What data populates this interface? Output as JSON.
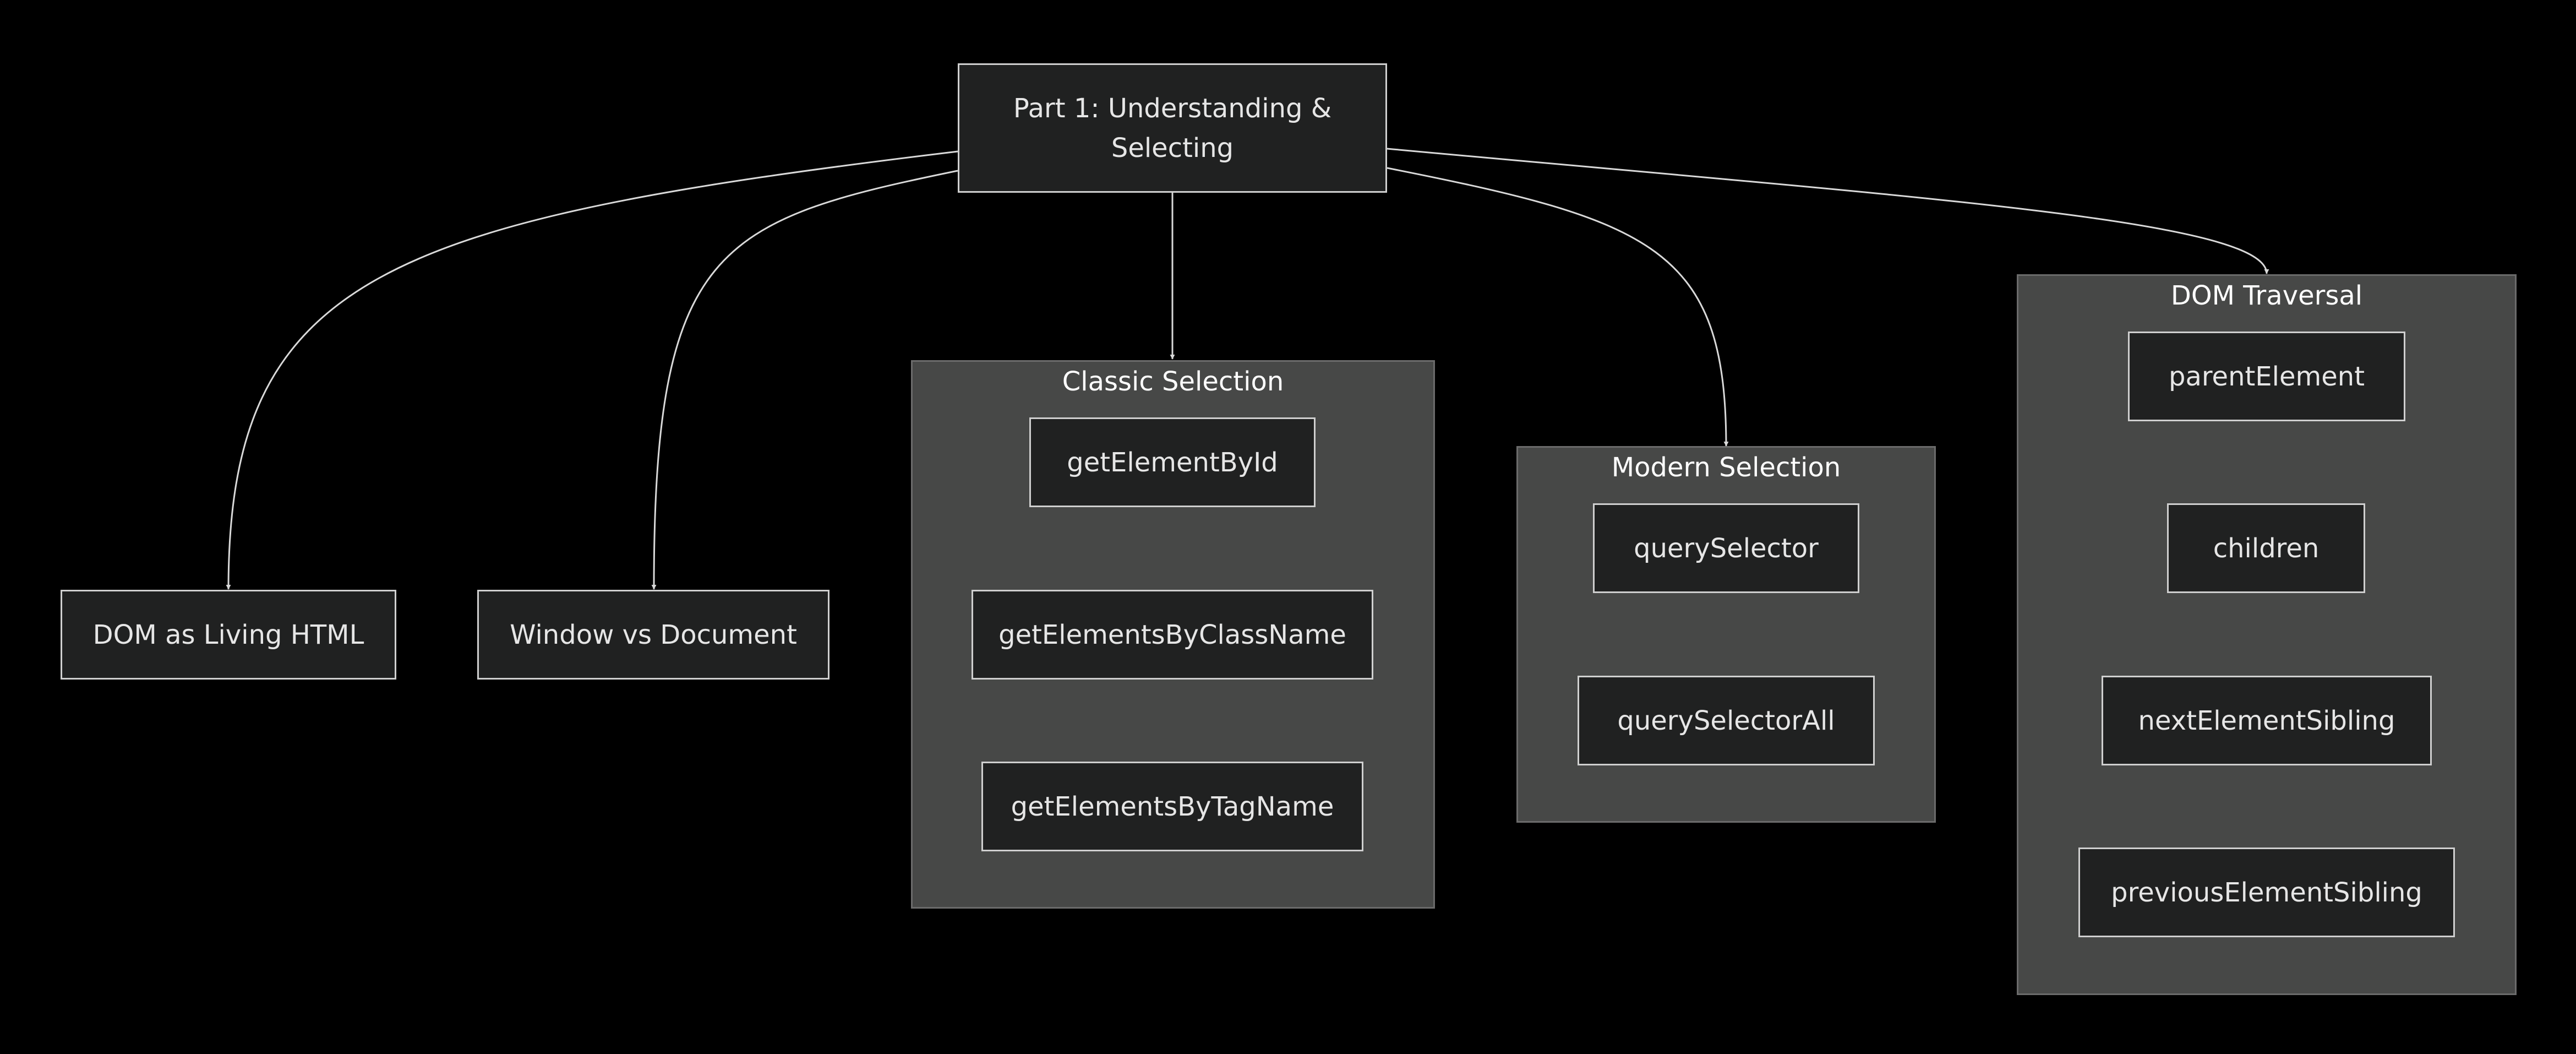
{
  "colors": {
    "background": "#000000",
    "node_fill": "#202121",
    "node_border": "#cfcfcf",
    "cluster_fill": "#474847",
    "edge": "#d9d9d9"
  },
  "root": {
    "label": "Part 1: Understanding & Selecting"
  },
  "standalone": [
    {
      "label": "DOM as Living HTML"
    },
    {
      "label": "Window vs Document"
    }
  ],
  "clusters": {
    "classic": {
      "title": "Classic Selection",
      "items": [
        "getElementById",
        "getElementsByClassName",
        "getElementsByTagName"
      ]
    },
    "modern": {
      "title": "Modern Selection",
      "items": [
        "querySelector",
        "querySelectorAll"
      ]
    },
    "traversal": {
      "title": "DOM Traversal",
      "items": [
        "parentElement",
        "children",
        "nextElementSibling",
        "previousElementSibling"
      ]
    }
  }
}
